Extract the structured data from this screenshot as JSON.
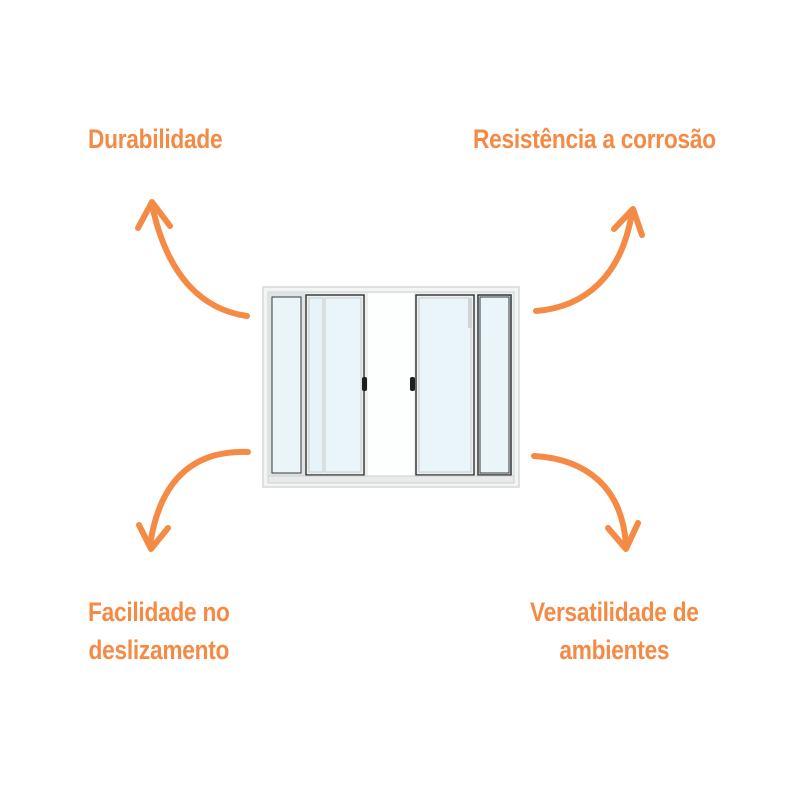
{
  "accent_color": "#f58a45",
  "labels": {
    "top_left": "Durabilidade",
    "top_right": "Resistência a corrosão",
    "bottom_left_line1": "Facilidade no",
    "bottom_left_line2": "deslizamento",
    "bottom_right_line1": "Versatilidade de",
    "bottom_right_line2": "ambientes"
  },
  "image": "sliding-window",
  "icons": [
    "arrow-up-left-icon",
    "arrow-up-right-icon",
    "arrow-down-left-icon",
    "arrow-down-right-icon"
  ]
}
